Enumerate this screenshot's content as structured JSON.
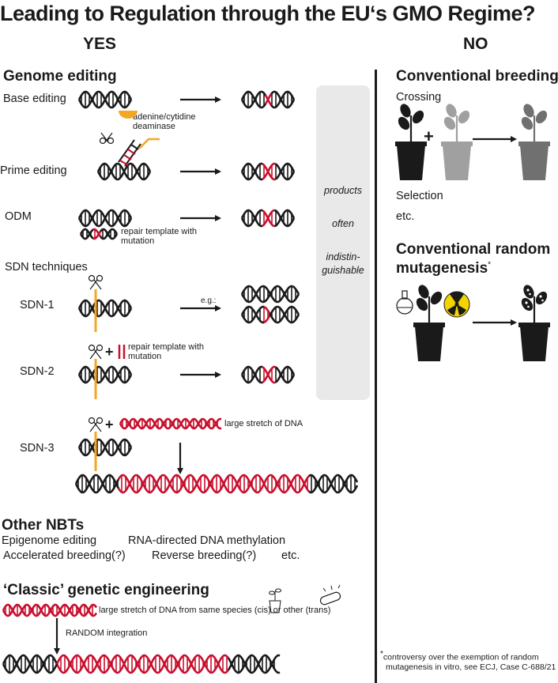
{
  "title": "Leading to Regulation through the EU‘s GMO Regime?",
  "columns": {
    "yes": "YES",
    "no": "NO"
  },
  "genome_editing": {
    "heading": "Genome editing",
    "base_editing": "Base editing",
    "deaminase_label": "adenine/cytidine deaminase",
    "prime_editing": "Prime editing",
    "odm": "ODM",
    "odm_template": "repair template with mutation",
    "sdn_techniques": "SDN techniques",
    "sdn1": "SDN-1",
    "sdn1_eg": "e.g.:",
    "sdn2": "SDN-2",
    "sdn2_template": "repair template with mutation",
    "sdn3": "SDN-3",
    "sdn3_dna": "large stretch of DNA"
  },
  "panel": {
    "line1": "products",
    "line2": "often",
    "line3": "indistin-",
    "line4": "guishable"
  },
  "other_nbts": {
    "heading": "Other NBTs",
    "items": [
      "Epigenome editing",
      "RNA-directed DNA methylation",
      "Accelerated breeding(?)",
      "Reverse breeding(?)",
      "etc."
    ]
  },
  "classic": {
    "heading": "‘Classic’ genetic engineering",
    "dna_label": "large stretch of DNA from same species (cis) or other (trans)",
    "integration": "RANDOM integration"
  },
  "conventional_breeding": {
    "heading": "Conventional breeding",
    "crossing": "Crossing",
    "plus": "+",
    "selection": "Selection",
    "etc": "etc."
  },
  "random_mutagenesis": {
    "heading_line1": "Conventional random",
    "heading_line2": "mutagenesis",
    "asterisk": "*"
  },
  "footnote": {
    "asterisk": "*",
    "line1": "controversy over the exemption of random",
    "line2": "mutagenesis in vitro, see ECJ, Case C-688/21"
  },
  "colors": {
    "ink": "#1a1a1a",
    "red": "#c8102e",
    "orange": "#f5a623",
    "grey_plant": "#a0a0a0",
    "mid_plant": "#707070",
    "panel": "#e9e9e9",
    "radiation": "#f2d400"
  }
}
